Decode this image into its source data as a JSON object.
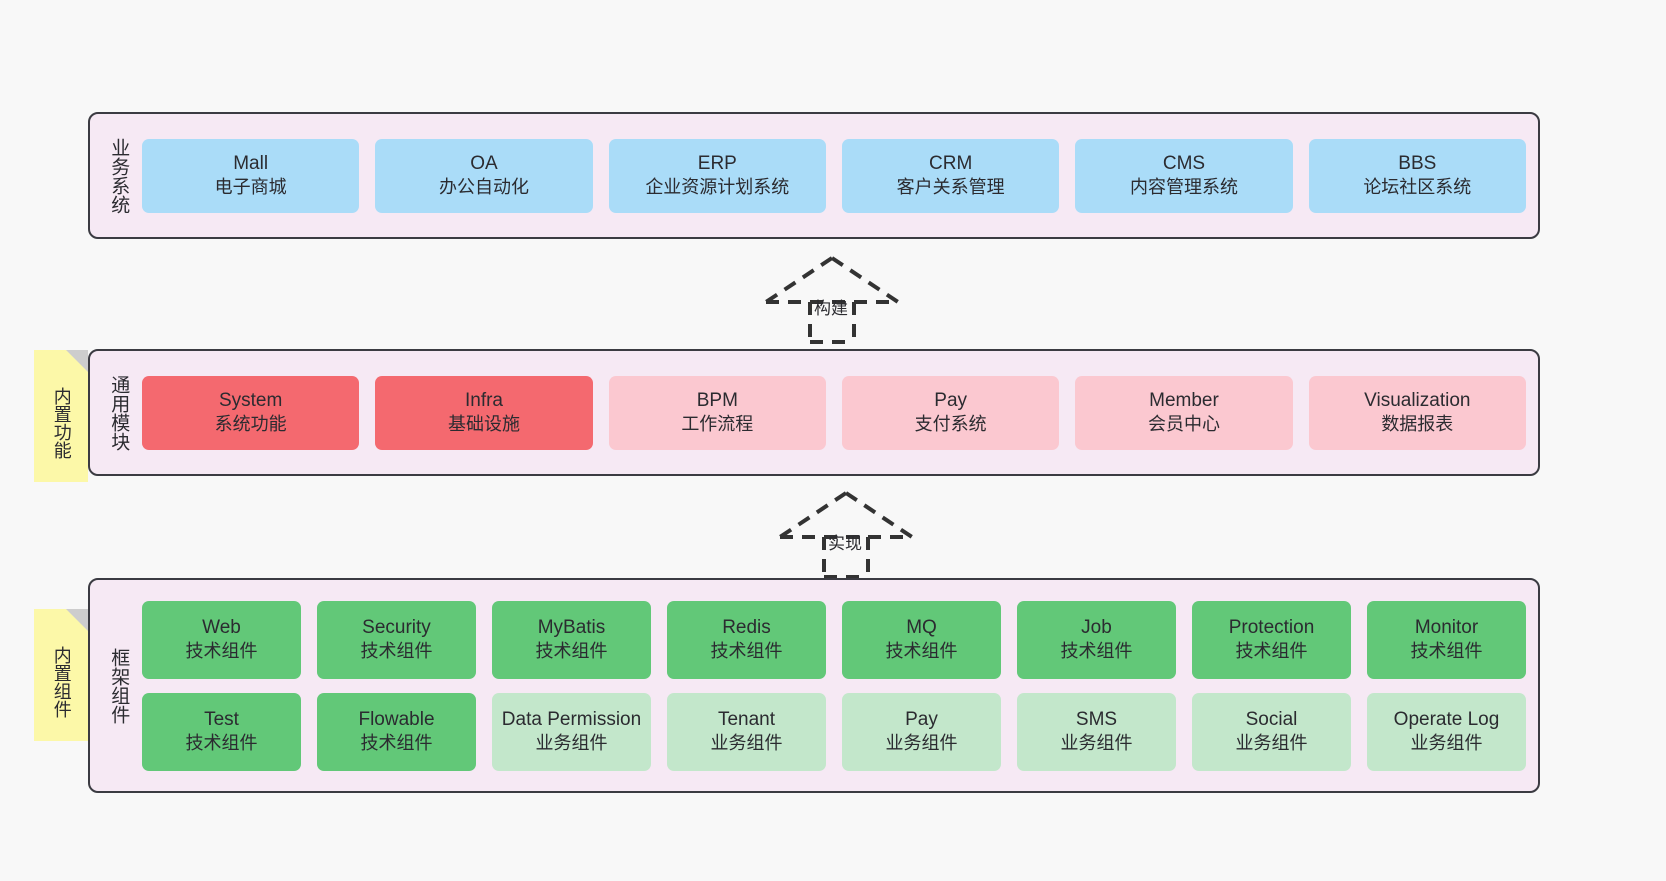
{
  "diagram": {
    "title": "",
    "colors": {
      "canvas_background": "#f8f8f8",
      "layer_background": "#f6e9f4",
      "layer_border": "#3b3b42",
      "business_card": "#aadcf8",
      "core_module_card": "#f4696f",
      "optional_module_card": "#fbc8d0",
      "tech_component_card": "#62c878",
      "business_component_card": "#c3e7cb",
      "note_background": "#fcf8a8",
      "note_fold": "#cdcdcd",
      "text": "#2b2b30"
    }
  },
  "notes": [
    {
      "id": "builtin-function",
      "text": "内置功能"
    },
    {
      "id": "builtin-component",
      "text": "内置组件"
    }
  ],
  "arrows": [
    {
      "id": "build",
      "label": "构建",
      "style": "dashed-generalization",
      "direction": "up"
    },
    {
      "id": "implement",
      "label": "实现",
      "style": "dashed-generalization",
      "direction": "up"
    }
  ],
  "layers": [
    {
      "id": "business-system",
      "label": "业务系统",
      "rows": [
        {
          "columns": 6,
          "cards": [
            {
              "name": "Mall",
              "desc": "电子商城",
              "color": "c-blue"
            },
            {
              "name": "OA",
              "desc": "办公自动化",
              "color": "c-blue"
            },
            {
              "name": "ERP",
              "desc": "企业资源计划系统",
              "color": "c-blue"
            },
            {
              "name": "CRM",
              "desc": "客户关系管理",
              "color": "c-blue"
            },
            {
              "name": "CMS",
              "desc": "内容管理系统",
              "color": "c-blue"
            },
            {
              "name": "BBS",
              "desc": "论坛社区系统",
              "color": "c-blue"
            }
          ]
        }
      ]
    },
    {
      "id": "common-module",
      "label": "通用模块",
      "rows": [
        {
          "columns": 6,
          "cards": [
            {
              "name": "System",
              "desc": "系统功能",
              "color": "c-red"
            },
            {
              "name": "Infra",
              "desc": "基础设施",
              "color": "c-red"
            },
            {
              "name": "BPM",
              "desc": "工作流程",
              "color": "c-pink"
            },
            {
              "name": "Pay",
              "desc": "支付系统",
              "color": "c-pink"
            },
            {
              "name": "Member",
              "desc": "会员中心",
              "color": "c-pink"
            },
            {
              "name": "Visualization",
              "desc": "数据报表",
              "color": "c-pink"
            }
          ]
        }
      ]
    },
    {
      "id": "framework-component",
      "label": "框架组件",
      "rows": [
        {
          "columns": 8,
          "cards": [
            {
              "name": "Web",
              "desc": "技术组件",
              "color": "c-green"
            },
            {
              "name": "Security",
              "desc": "技术组件",
              "color": "c-green"
            },
            {
              "name": "MyBatis",
              "desc": "技术组件",
              "color": "c-green"
            },
            {
              "name": "Redis",
              "desc": "技术组件",
              "color": "c-green"
            },
            {
              "name": "MQ",
              "desc": "技术组件",
              "color": "c-green"
            },
            {
              "name": "Job",
              "desc": "技术组件",
              "color": "c-green"
            },
            {
              "name": "Protection",
              "desc": "技术组件",
              "color": "c-green"
            },
            {
              "name": "Monitor",
              "desc": "技术组件",
              "color": "c-green"
            }
          ]
        },
        {
          "columns": 8,
          "cards": [
            {
              "name": "Test",
              "desc": "技术组件",
              "color": "c-green"
            },
            {
              "name": "Flowable",
              "desc": "技术组件",
              "color": "c-green"
            },
            {
              "name": "Data Permission",
              "desc": "业务组件",
              "color": "c-lightgreen"
            },
            {
              "name": "Tenant",
              "desc": "业务组件",
              "color": "c-lightgreen"
            },
            {
              "name": "Pay",
              "desc": "业务组件",
              "color": "c-lightgreen"
            },
            {
              "name": "SMS",
              "desc": "业务组件",
              "color": "c-lightgreen"
            },
            {
              "name": "Social",
              "desc": "业务组件",
              "color": "c-lightgreen"
            },
            {
              "name": "Operate Log",
              "desc": "业务组件",
              "color": "c-lightgreen"
            }
          ]
        }
      ]
    }
  ]
}
